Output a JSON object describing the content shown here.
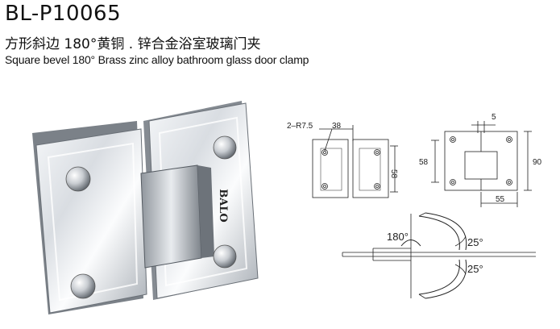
{
  "header": {
    "model": "BL-P10065",
    "title_cn": "方形斜边 180°黄铜 . 锌合金浴室玻璃门夹",
    "title_en": "Square bevel 180° Brass zinc alloy bathroom glass door clamp"
  },
  "product": {
    "brand": "BALO"
  },
  "drawing_left": {
    "radius_label": "2–R7.5",
    "dim_38": "38",
    "dim_58": "58"
  },
  "drawing_right": {
    "dim_5": "5",
    "dim_58": "58",
    "dim_90": "90",
    "dim_55": "55"
  },
  "rotation": {
    "angle_180": "180°",
    "angle_25_top": "25°",
    "angle_25_bottom": "25°"
  }
}
